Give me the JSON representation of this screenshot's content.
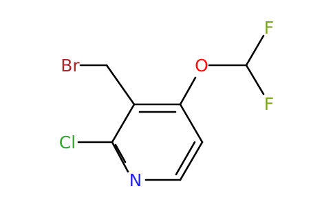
{
  "molecule": {
    "atoms": {
      "br": {
        "label": "Br",
        "color": "#a52a2a"
      },
      "o": {
        "label": "O",
        "color": "#ff0d0d"
      },
      "f_top": {
        "label": "F",
        "color": "#7ca52a"
      },
      "f_bottom": {
        "label": "F",
        "color": "#7ca52a"
      },
      "cl": {
        "label": "Cl",
        "color": "#32a532"
      },
      "n": {
        "label": "N",
        "color": "#2828f0"
      }
    },
    "bond_color": "#000000",
    "background": "#ffffff"
  }
}
